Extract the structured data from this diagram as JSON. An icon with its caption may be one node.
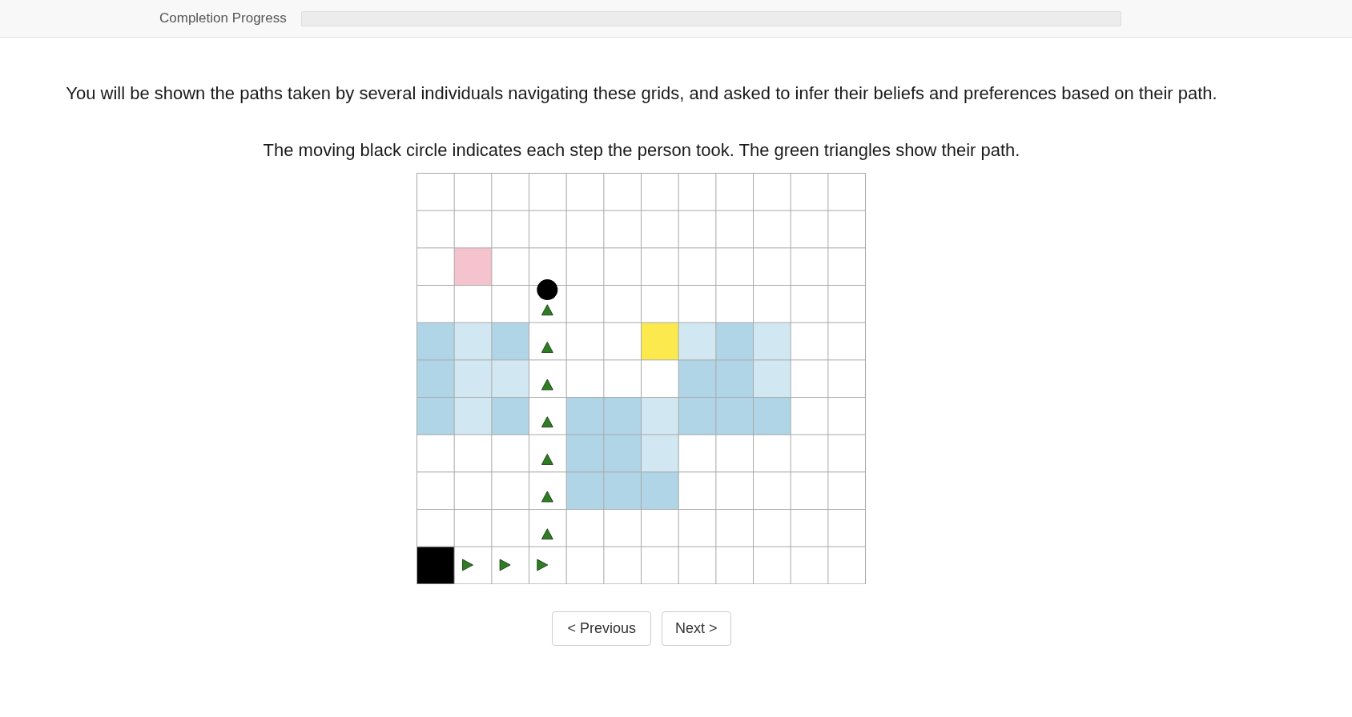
{
  "diagram": {
    "nodes": [
      {
        "text": [
          "< Previous"
        ]
      },
      {
        "text": [
          "Next >"
        ]
      }
    ],
    "labels": [
      "Completion Progress",
      "You will be shown the paths taken by several individuals navigating these grids, and asked to infer their beliefs and preferences based on their path.",
      "The moving black circle indicates each step the person took. The green triangles show their path."
    ]
  }
}
